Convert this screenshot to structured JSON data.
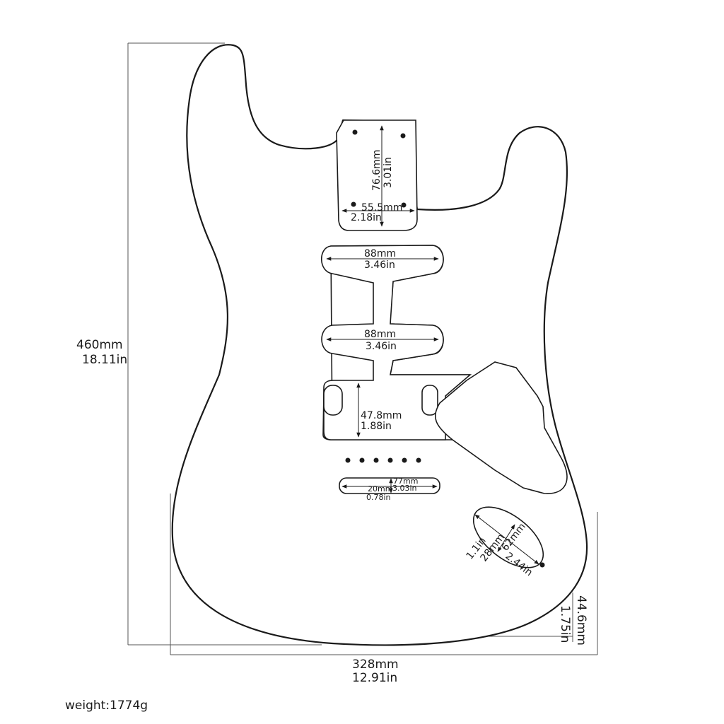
{
  "body_height": {
    "mm": "460mm",
    "in": "18.11in"
  },
  "body_width": {
    "mm": "328mm",
    "in": "12.91in"
  },
  "body_thickness": {
    "mm": "44.6mm",
    "in": "1.75in"
  },
  "neck_pocket": {
    "length_mm": "76.6mm",
    "length_in": "3.01in",
    "width_mm": "55.5mm",
    "width_in": "2.18in"
  },
  "neck_pickup": {
    "mm": "88mm",
    "in": "3.46in"
  },
  "middle_pickup": {
    "mm": "88mm",
    "in": "3.46in"
  },
  "bridge_cavity": {
    "mm": "47.8mm",
    "in": "1.88in"
  },
  "tremolo_slot": {
    "length_mm": "77mm",
    "length_in": "3.03in",
    "width_mm": "20mm",
    "width_in": "0.78in"
  },
  "control_cavity": {
    "length_mm": "62mm",
    "length_in": "2.44in",
    "width_mm": "28mm",
    "width_in": "1.1in"
  },
  "weight": "weight:1774g"
}
